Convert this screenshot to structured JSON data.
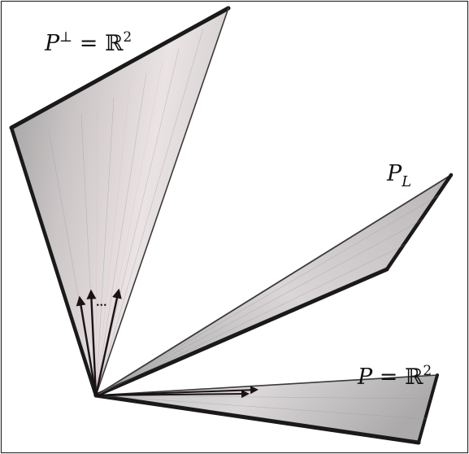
{
  "labels": {
    "plane_perp": {
      "var": "P",
      "sup": "⊥",
      "eq": " = ",
      "space": "ℝ",
      "exp": "2"
    },
    "plane_L": {
      "var": "P",
      "sub": "L"
    },
    "plane_P": {
      "var": "P",
      "eq": " = ",
      "space": "ℝ",
      "exp": "2"
    },
    "ellipsis": "..."
  },
  "colors": {
    "frame": "#2b2b2b",
    "edge": "#1a1a1a",
    "shade_dark": "#8f8f8f",
    "shade_light": "#f1efef",
    "pink_tint": "#e8d2d6",
    "arrow": "#1a1216"
  }
}
